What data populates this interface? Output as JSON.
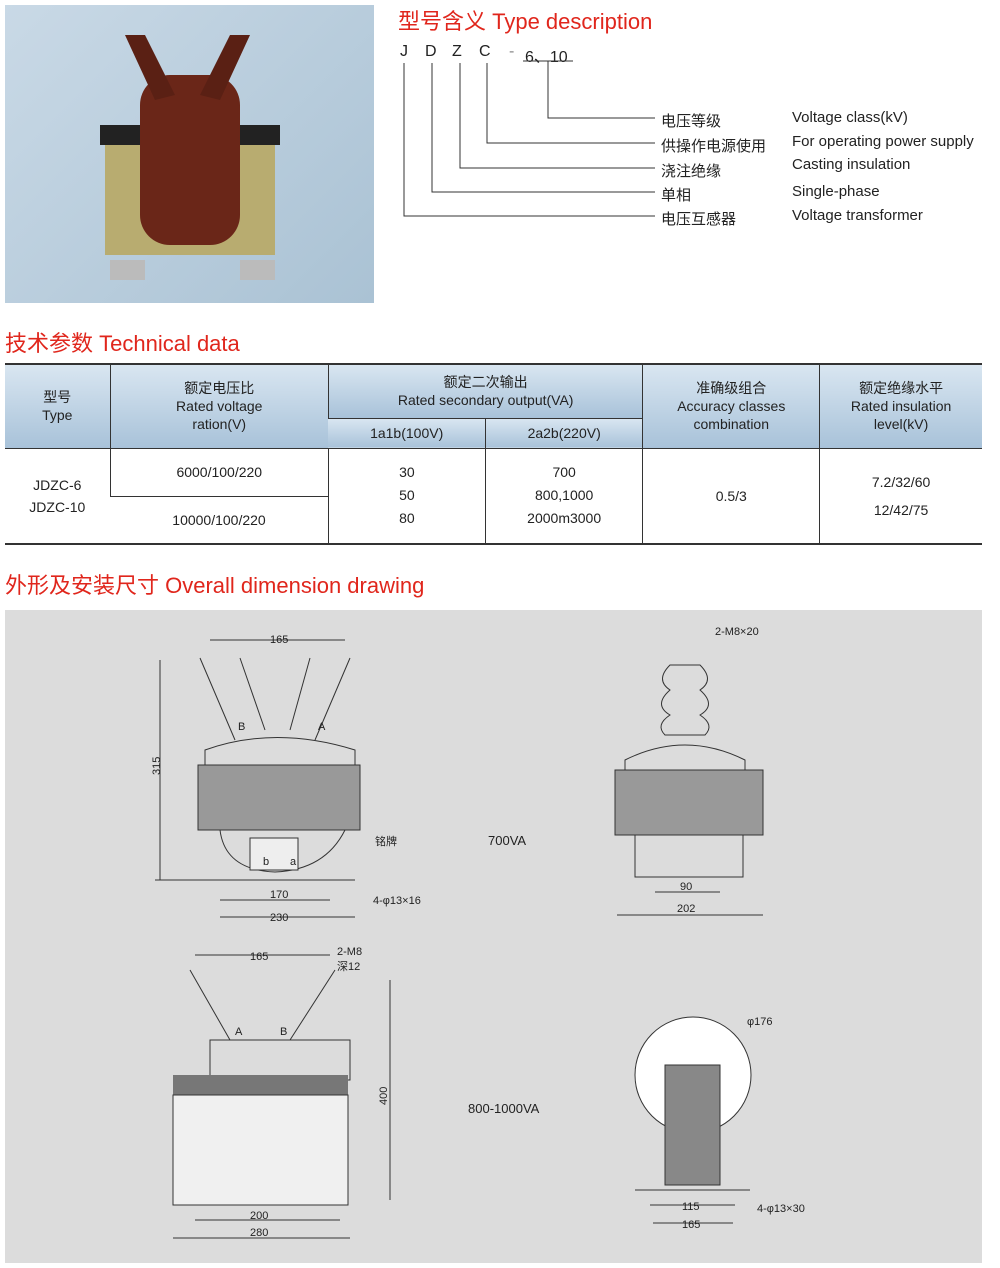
{
  "type_description": {
    "title": "型号含义 Type description",
    "code_letters": [
      "J",
      "D",
      "Z",
      "C"
    ],
    "code_dash": "-",
    "code_suffix": "6、10",
    "meanings": [
      {
        "cn": "电压等级",
        "en": "Voltage class(kV)"
      },
      {
        "cn": "供操作电源使用",
        "en": "For operating power supply"
      },
      {
        "cn": "浇注绝缘",
        "en": "Casting insulation"
      },
      {
        "cn": "单相",
        "en": "Single-phase"
      },
      {
        "cn": "电压互感器",
        "en": "Voltage transformer"
      }
    ]
  },
  "technical_data": {
    "title": "技术参数 Technical data",
    "headers": {
      "type_cn": "型号",
      "type_en": "Type",
      "ratio_cn": "额定电压比",
      "ratio_en": "Rated voltage ration(V)",
      "output_cn": "额定二次输出",
      "output_en": "Rated secondary output(VA)",
      "out1": "1a1b(100V)",
      "out2": "2a2b(220V)",
      "acc_cn": "准确级组合",
      "acc_en": "Accuracy classes combination",
      "ins_cn": "额定绝缘水平",
      "ins_en": "Rated insulation level(kV)"
    },
    "row": {
      "types": [
        "JDZC-6",
        "JDZC-10"
      ],
      "ratios": [
        "6000/100/220",
        "10000/100/220"
      ],
      "out1": [
        "30",
        "50",
        "80"
      ],
      "out2": [
        "700",
        "800,1000",
        "2000m3000"
      ],
      "accuracy": "0.5/3",
      "insulation": [
        "7.2/32/60",
        "12/42/75"
      ]
    }
  },
  "dimension": {
    "title": "外形及安装尺寸 Overall dimension drawing",
    "top": {
      "label": "700VA",
      "w165": "165",
      "h315": "315",
      "bA": "A",
      "bB": "B",
      "ta": "a",
      "tb": "b",
      "nameplate": "铭牌",
      "holes": "4-φ13×16",
      "w170": "170",
      "w230": "230",
      "bolt": "2-M8×20",
      "w90": "90",
      "w202": "202"
    },
    "bottom": {
      "label": "800-1000VA",
      "w165": "165",
      "bolt1": "2-M8",
      "bolt2": "深12",
      "bA": "A",
      "bB": "B",
      "h400": "400",
      "w200": "200",
      "w280": "280",
      "dia": "φ176",
      "w115": "115",
      "w165b": "165",
      "holes": "4-φ13×30"
    }
  }
}
